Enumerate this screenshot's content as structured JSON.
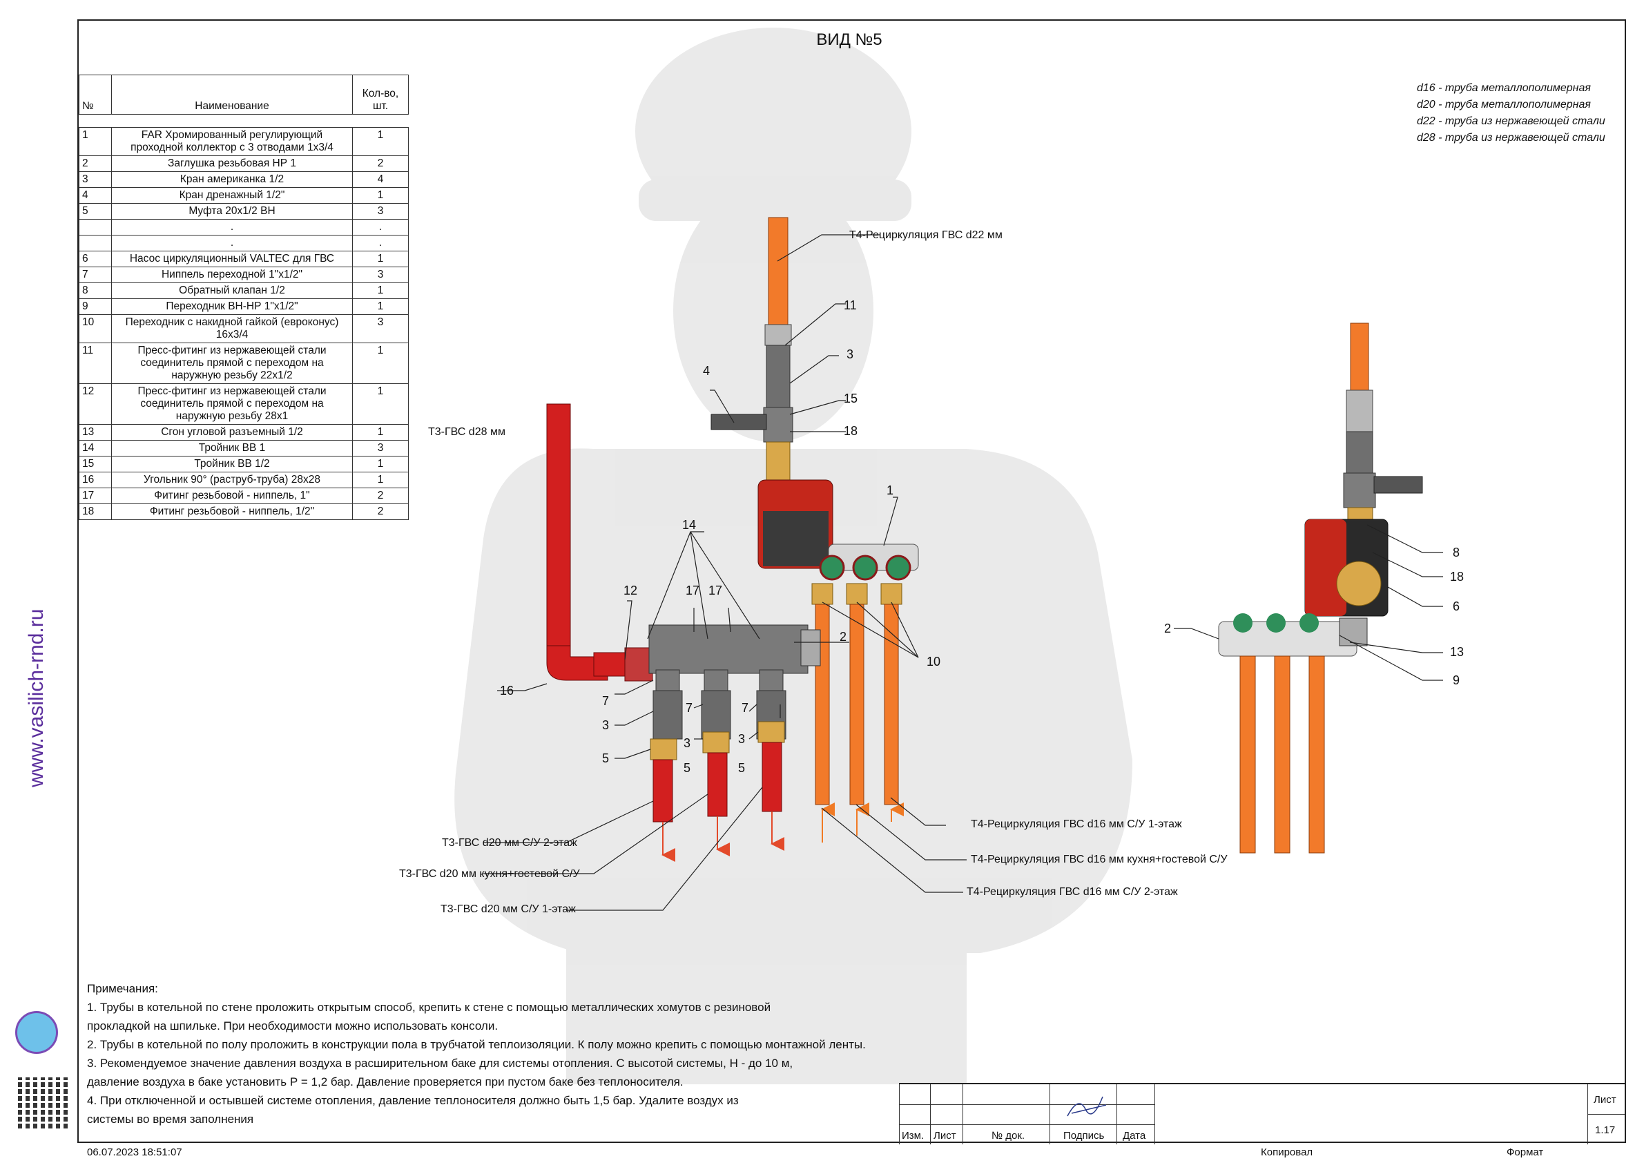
{
  "view_title": "ВИД №5",
  "pipe_legend": [
    "d16 - труба металлополимерная",
    "d20 - труба металлополимерная",
    "d22 - труба из нержавеющей стали",
    "d28 - труба из нержавеющей стали"
  ],
  "spec_table": {
    "headers": {
      "num": "№",
      "name": "Наименование",
      "qty": "Кол-во, шт."
    },
    "rows": [
      {
        "num": "1",
        "name": "FAR Хромированный регулирующий проходной коллектор с 3 отводами 1х3/4",
        "qty": "1"
      },
      {
        "num": "2",
        "name": "Заглушка резьбовая НР 1",
        "qty": "2"
      },
      {
        "num": "3",
        "name": "Кран американка 1/2",
        "qty": "4"
      },
      {
        "num": "4",
        "name": "Кран дренажный 1/2\"",
        "qty": "1"
      },
      {
        "num": "5",
        "name": "Муфта 20х1/2 ВН",
        "qty": "3"
      },
      {
        "num": "",
        "name": ".",
        "qty": "."
      },
      {
        "num": "",
        "name": ".",
        "qty": "."
      },
      {
        "num": "6",
        "name": "Насос циркуляционный VALTEC для ГВС",
        "qty": "1"
      },
      {
        "num": "7",
        "name": "Ниппель переходной 1\"х1/2\"",
        "qty": "3"
      },
      {
        "num": "8",
        "name": "Обратный клапан 1/2",
        "qty": "1"
      },
      {
        "num": "9",
        "name": "Переходник ВН-НР 1\"х1/2\"",
        "qty": "1"
      },
      {
        "num": "10",
        "name": "Переходник с накидной гайкой (евроконус) 16х3/4",
        "qty": "3"
      },
      {
        "num": "11",
        "name": "Пресс-фитинг из нержавеющей стали соединитель прямой с переходом на наружную резьбу 22х1/2",
        "qty": "1"
      },
      {
        "num": "12",
        "name": "Пресс-фитинг из нержавеющей стали соединитель прямой с переходом на наружную резьбу 28х1",
        "qty": "1"
      },
      {
        "num": "13",
        "name": "Сгон угловой разъемный 1/2",
        "qty": "1"
      },
      {
        "num": "14",
        "name": "Тройник ВВ 1",
        "qty": "3"
      },
      {
        "num": "15",
        "name": "Тройник ВВ 1/2",
        "qty": "1"
      },
      {
        "num": "16",
        "name": "Угольник 90° (раструб-труба) 28х28",
        "qty": "1"
      },
      {
        "num": "17",
        "name": "Фитинг резьбовой - ниппель, 1\"",
        "qty": "2"
      },
      {
        "num": "18",
        "name": "Фитинг резьбовой - ниппель, 1/2\"",
        "qty": "2"
      }
    ]
  },
  "callouts": {
    "t4_d22": "Т4-Рециркуляция ГВС d22 мм",
    "t3_d28": "Т3-ГВС d28 мм",
    "t3_d20_2": "Т3-ГВС d20 мм С/У 2-этаж",
    "t3_d20_kitchen": "Т3-ГВС d20 мм кухня+гостевой С/У",
    "t3_d20_1": "Т3-ГВС d20 мм С/У 1-этаж",
    "t4_d16_1": "Т4-Рециркуляция ГВС d16 мм С/У 1-этаж",
    "t4_d16_kitchen": "Т4-Рециркуляция ГВС d16 мм кухня+гостевой С/У",
    "t4_d16_2": "Т4-Рециркуляция ГВС d16 мм С/У 2-этаж"
  },
  "item_numbers": {
    "n11": "11",
    "n3a": "3",
    "n4": "4",
    "n15": "15",
    "n18a": "18",
    "n1": "1",
    "n14": "14",
    "n12": "12",
    "n17a": "17",
    "n17b": "17",
    "n2a": "2",
    "n10": "10",
    "n16": "16",
    "n7a": "7",
    "n3b": "3",
    "n5a": "5",
    "n7b": "7",
    "n3c": "3",
    "n5b": "5",
    "n7c": "7",
    "n3d": "3",
    "n5c": "5",
    "r8": "8",
    "r18": "18",
    "r6": "6",
    "r2": "2",
    "r13": "13",
    "r9": "9"
  },
  "notes": {
    "title": "Примечания:",
    "lines": [
      "1. Трубы в котельной по стене проложить открытым способ, крепить к стене с помощью металлических хомутов с резиновой",
      "прокладкой на шпильке. При необходимости можно использовать консоли.",
      "2. Трубы в котельной по полу проложить в конструкции пола в трубчатой теплоизоляции. К полу можно крепить с помощью монтажной ленты.",
      "3. Рекомендуемое значение давления воздуха в расширительном баке для системы отопления. С высотой системы, Н - до 10 м,",
      "давление воздуха в баке установить Р = 1,2 бар. Давление проверяется при пустом баке без теплоносителя.",
      "4. При отключенной и остывшей системе отопления, давление теплоносителя должно быть 1,5 бар. Удалите воздух из",
      "системы во время заполнения"
    ]
  },
  "stamp": {
    "izm": "Изм.",
    "list": "Лист",
    "doc": "№ док.",
    "sign": "Подпись",
    "date": "Дата",
    "sheet_label": "Лист",
    "sheet_no": "1.17"
  },
  "footer": {
    "datetime": "06.07.2023 18:51:07",
    "kopir": "Копировал",
    "format": "Формат"
  },
  "side_site": "www.vasilich-rnd.ru",
  "colors": {
    "hot": "#d21f1f",
    "recirc": "#f27a2a",
    "brass": "#d9a84a",
    "valve": "#6f6f6f",
    "manifold": "#2f8f5a",
    "pump": "#c4271b"
  }
}
